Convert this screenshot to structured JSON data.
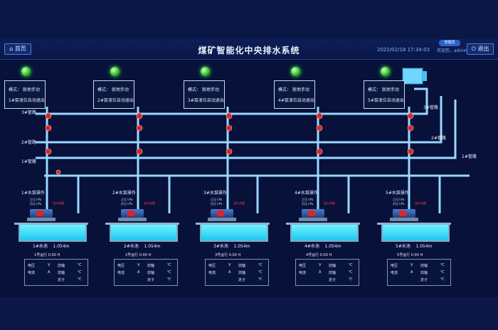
{
  "header": {
    "title": "煤矿智能化中央排水系统",
    "home_label": "首页",
    "exit_label": "退出",
    "datetime": "2022/02/18 17:34:03",
    "user_label": "欢迎您，admin",
    "user_badge": "管理员"
  },
  "colors": {
    "accent": "#2d63c9",
    "pipe": "#9ad7ff",
    "water": "#2ed0f2",
    "valve": "#e02424",
    "status_light": "#35c42b"
  },
  "pumps": [
    {
      "mode": "模式：    就地手动",
      "note": "1#泵液位自动退出",
      "name": "1#水泵操作",
      "pool": "1#水池",
      "level": "1.054m",
      "run": "1号运行   0.00    H"
    },
    {
      "mode": "模式：    就地手动",
      "note": "2#泵液位自动退出",
      "name": "2#水泵操作",
      "pool": "2#水池",
      "level": "1.054m",
      "run": "2号运行   0.00    H"
    },
    {
      "mode": "模式：    就地手动",
      "note": "3#泵液位自动退出",
      "name": "3#水泵操作",
      "pool": "3#水池",
      "level": "1.054m",
      "run": "3号运行   0.00    H"
    },
    {
      "mode": "模式：    就地手动",
      "note": "4#泵液位自动退出",
      "name": "4#水泵操作",
      "pool": "4#水池",
      "level": "1.054m",
      "run": "4号运行   0.00    H"
    },
    {
      "mode": "模式：    就地手动",
      "note": "5#泵液位自动退出",
      "name": "5#水泵操作",
      "pool": "5#水池",
      "level": "1.054m",
      "run": "5号运行   0.00    H"
    }
  ],
  "pipes": {
    "p3": "3#管路",
    "p2": "2#管路",
    "p1": "1#管路",
    "p3r": "3#管路",
    "p2r": "2#管路",
    "p1r": "1#管路"
  },
  "table": {
    "voltage": "电压",
    "current": "电流",
    "bearing": "前轴",
    "stator": "定子",
    "unit_v": "V",
    "unit_a": "A",
    "unit_c": "℃"
  },
  "mini": {
    "t1": "正压",
    "t2": "负压",
    "u": "kPa",
    "ind": "温水流量"
  }
}
